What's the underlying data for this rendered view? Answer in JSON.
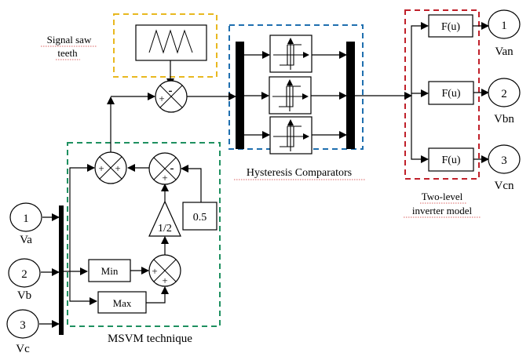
{
  "diagram": {
    "groups": {
      "saw": {
        "label_line1": "Signal saw",
        "label_line2": "teeth",
        "color": "#E8B820"
      },
      "msvm": {
        "label": "MSVM technique",
        "color": "#1E9060"
      },
      "hysteresis": {
        "label": "Hysteresis Comparators",
        "color": "#1F6FAF"
      },
      "inverter": {
        "label_line1": "Two-level",
        "label_line2": "inverter model",
        "color": "#C0202A"
      }
    },
    "inputs": [
      {
        "port": "1",
        "name": "Va"
      },
      {
        "port": "2",
        "name": "Vb"
      },
      {
        "port": "3",
        "name": "Vc"
      }
    ],
    "outputs": [
      {
        "port": "1",
        "name": "Van"
      },
      {
        "port": "2",
        "name": "Vbn"
      },
      {
        "port": "3",
        "name": "Vcn"
      }
    ],
    "blocks": {
      "min": "Min",
      "max": "Max",
      "gain": "1/2",
      "constant": "0.5",
      "fcn": "F(u)"
    },
    "signs": {
      "plus": "+",
      "minus": "-"
    }
  }
}
